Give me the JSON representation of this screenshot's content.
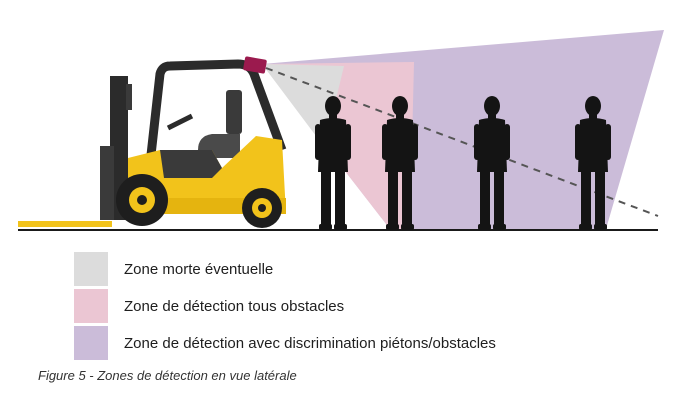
{
  "colors": {
    "dead_zone": "#dcdcdc",
    "all_obstacles_zone": "#ebc6d3",
    "discrimination_zone": "#cbbcd9",
    "forklift_body": "#f2c31b",
    "silhouette": "#141414",
    "sensor": "#9b1a4e"
  },
  "legend": [
    {
      "label": "Zone morte éventuelle",
      "color": "#dcdcdc"
    },
    {
      "label": "Zone de détection tous obstacles",
      "color": "#ebc6d3"
    },
    {
      "label": "Zone de détection avec discrimination piétons/obstacles",
      "color": "#cbbcd9"
    }
  ],
  "caption": "Figure 5 - Zones de détection en vue latérale",
  "icons": {
    "vehicle": "forklift-icon",
    "sensor": "sensor-icon",
    "person": "pedestrian-silhouette-icon"
  }
}
